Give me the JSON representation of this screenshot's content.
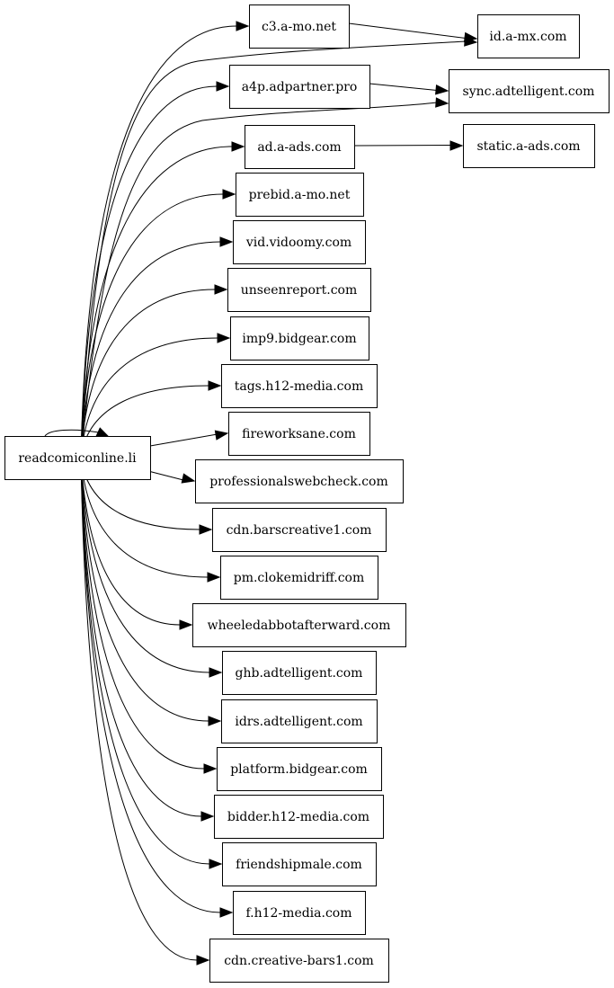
{
  "graph": {
    "root": "readcomiconline.li",
    "nodes": [
      {
        "id": "readcomiconline",
        "label": "readcomiconline.li"
      },
      {
        "id": "c3",
        "label": "c3.a-mo.net"
      },
      {
        "id": "idamx",
        "label": "id.a-mx.com"
      },
      {
        "id": "a4p",
        "label": "a4p.adpartner.pro"
      },
      {
        "id": "sync",
        "label": "sync.adtelligent.com"
      },
      {
        "id": "adaads",
        "label": "ad.a-ads.com"
      },
      {
        "id": "staticaads",
        "label": "static.a-ads.com"
      },
      {
        "id": "prebid",
        "label": "prebid.a-mo.net"
      },
      {
        "id": "vidoomy",
        "label": "vid.vidoomy.com"
      },
      {
        "id": "unseen",
        "label": "unseenreport.com"
      },
      {
        "id": "imp9",
        "label": "imp9.bidgear.com"
      },
      {
        "id": "tagsh12",
        "label": "tags.h12-media.com"
      },
      {
        "id": "fireworks",
        "label": "fireworksane.com"
      },
      {
        "id": "profweb",
        "label": "professionalswebcheck.com"
      },
      {
        "id": "barscreative",
        "label": "cdn.barscreative1.com"
      },
      {
        "id": "pmcloke",
        "label": "pm.clokemidriff.com"
      },
      {
        "id": "wheeled",
        "label": "wheeledabbotafterward.com"
      },
      {
        "id": "ghb",
        "label": "ghb.adtelligent.com"
      },
      {
        "id": "idrs",
        "label": "idrs.adtelligent.com"
      },
      {
        "id": "platform",
        "label": "platform.bidgear.com"
      },
      {
        "id": "bidderh12",
        "label": "bidder.h12-media.com"
      },
      {
        "id": "friendship",
        "label": "friendshipmale.com"
      },
      {
        "id": "fh12",
        "label": "f.h12-media.com"
      },
      {
        "id": "creativebars",
        "label": "cdn.creative-bars1.com"
      }
    ],
    "edges": [
      {
        "from": "readcomiconline",
        "to": "readcomiconline"
      },
      {
        "from": "readcomiconline",
        "to": "c3"
      },
      {
        "from": "readcomiconline",
        "to": "idamx"
      },
      {
        "from": "c3",
        "to": "idamx"
      },
      {
        "from": "readcomiconline",
        "to": "a4p"
      },
      {
        "from": "readcomiconline",
        "to": "sync"
      },
      {
        "from": "a4p",
        "to": "sync"
      },
      {
        "from": "readcomiconline",
        "to": "adaads"
      },
      {
        "from": "adaads",
        "to": "staticaads"
      },
      {
        "from": "readcomiconline",
        "to": "prebid"
      },
      {
        "from": "readcomiconline",
        "to": "vidoomy"
      },
      {
        "from": "readcomiconline",
        "to": "unseen"
      },
      {
        "from": "readcomiconline",
        "to": "imp9"
      },
      {
        "from": "readcomiconline",
        "to": "tagsh12"
      },
      {
        "from": "readcomiconline",
        "to": "fireworks"
      },
      {
        "from": "readcomiconline",
        "to": "profweb"
      },
      {
        "from": "readcomiconline",
        "to": "barscreative"
      },
      {
        "from": "readcomiconline",
        "to": "pmcloke"
      },
      {
        "from": "readcomiconline",
        "to": "wheeled"
      },
      {
        "from": "readcomiconline",
        "to": "ghb"
      },
      {
        "from": "readcomiconline",
        "to": "idrs"
      },
      {
        "from": "readcomiconline",
        "to": "platform"
      },
      {
        "from": "readcomiconline",
        "to": "bidderh12"
      },
      {
        "from": "readcomiconline",
        "to": "friendship"
      },
      {
        "from": "readcomiconline",
        "to": "fh12"
      },
      {
        "from": "readcomiconline",
        "to": "creativebars"
      }
    ]
  }
}
